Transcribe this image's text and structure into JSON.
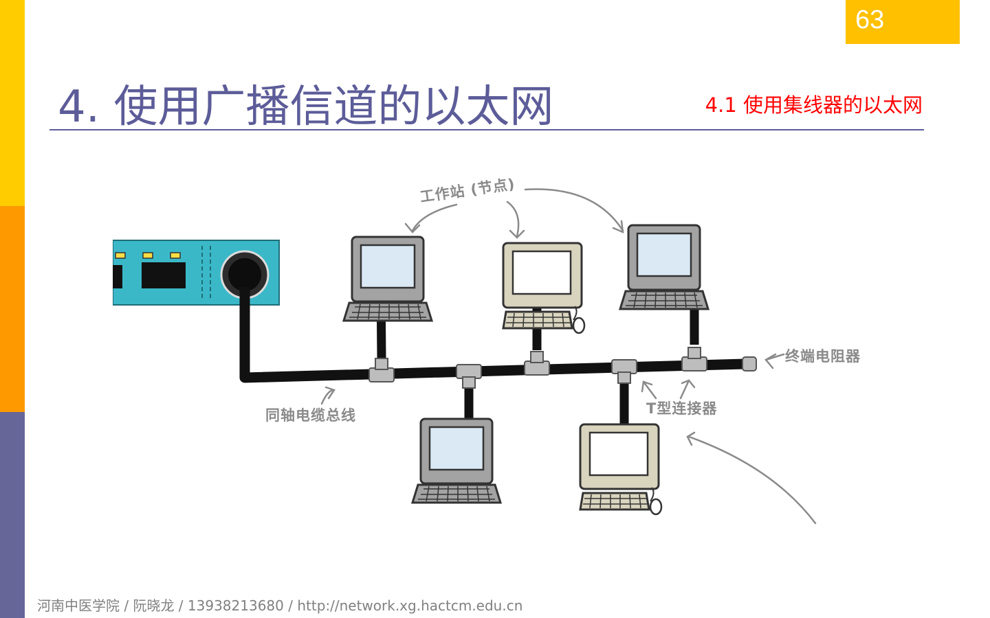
{
  "slide": {
    "page_number": "63",
    "title": "4. 使用广播信道的以太网",
    "subtitle": "4.1 使用集线器的以太网",
    "footer": "河南中医学院 / 阮晓龙 / 13938213680 / http://network.xg.hactcm.edu.cn"
  },
  "diagram": {
    "labels": {
      "workstation": "工作站 (节点)",
      "terminator": "终端电阻器",
      "coax_bus": "同轴电缆总线",
      "t_connector": "T型连接器"
    }
  },
  "colors": {
    "side_yellow": "#ffcc00",
    "side_orange": "#ff9900",
    "side_purple": "#666699",
    "page_badge": "#ffc000",
    "title": "#5c5c99",
    "subtitle": "#ff0000",
    "nic_card": "#3bb8c8",
    "cable": "#111111"
  }
}
